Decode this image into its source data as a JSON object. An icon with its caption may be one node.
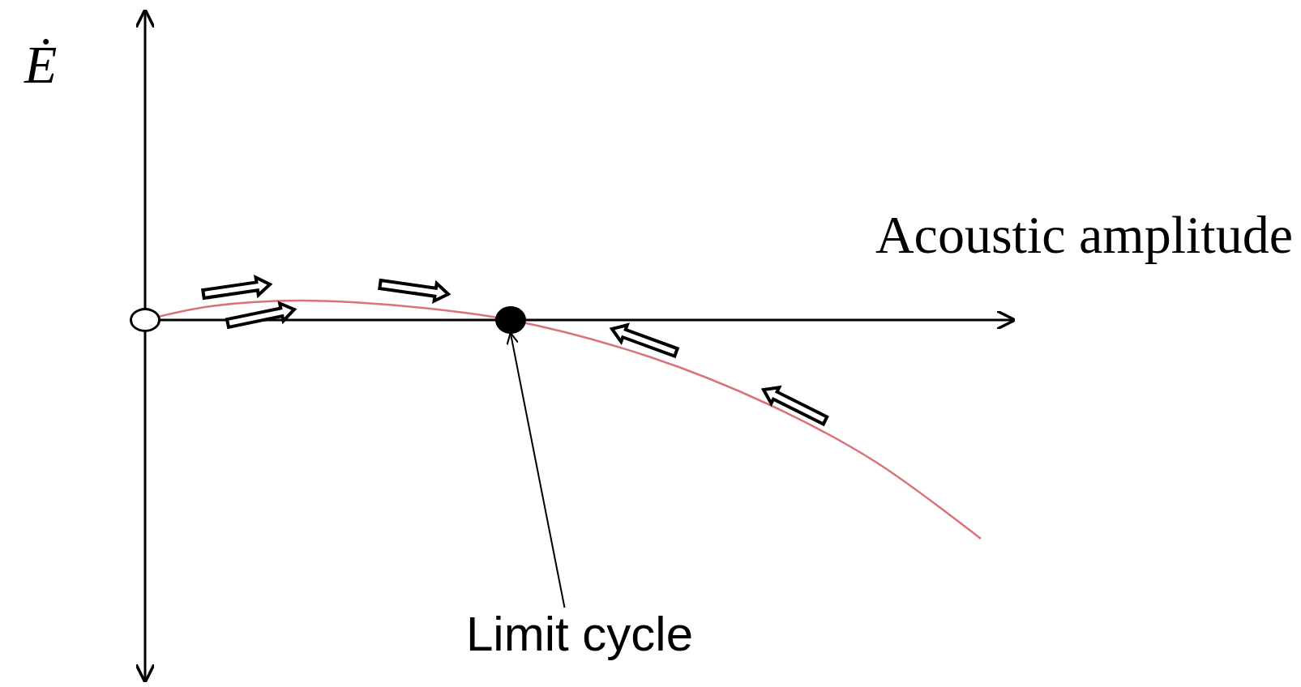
{
  "diagram": {
    "nodes": [
      {
        "text": [],
        "shape": "circle"
      },
      {
        "text": [],
        "shape": "circle"
      },
      {
        "text": [
          "Limit cycle"
        ]
      }
    ],
    "edges": [
      {
        "from": 2,
        "to": 1,
        "arrow": "to"
      }
    ],
    "labels": [
      "Ė",
      "Acoustic amplitude"
    ]
  }
}
